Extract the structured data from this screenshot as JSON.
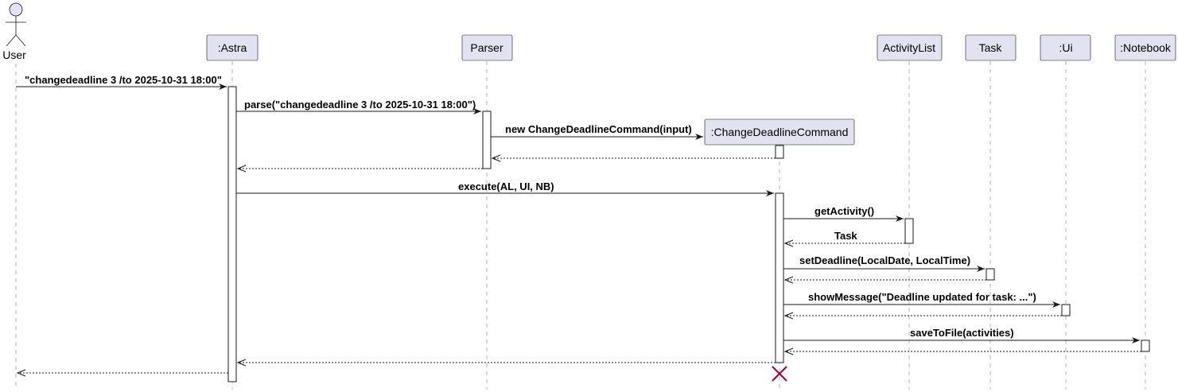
{
  "participants": [
    {
      "id": "user",
      "label": "User",
      "kind": "actor"
    },
    {
      "id": "astra",
      "label": ":Astra",
      "kind": "participant"
    },
    {
      "id": "parser",
      "label": "Parser",
      "kind": "participant"
    },
    {
      "id": "cdc",
      "label": ":ChangeDeadlineCommand",
      "kind": "participant"
    },
    {
      "id": "activitylist",
      "label": "ActivityList",
      "kind": "participant"
    },
    {
      "id": "task",
      "label": "Task",
      "kind": "participant"
    },
    {
      "id": "ui",
      "label": ":Ui",
      "kind": "participant"
    },
    {
      "id": "notebook",
      "label": ":Notebook",
      "kind": "participant"
    }
  ],
  "messages": [
    {
      "from": "user",
      "to": "astra",
      "label": "\"changedeadline 3 /to 2025-10-31 18:00\"",
      "type": "call"
    },
    {
      "from": "astra",
      "to": "parser",
      "label": "parse(\"changedeadline 3 /to 2025-10-31 18:00\")",
      "type": "call"
    },
    {
      "from": "parser",
      "to": "cdc",
      "label": "new ChangeDeadlineCommand(input)",
      "type": "create"
    },
    {
      "from": "cdc",
      "to": "parser",
      "label": "",
      "type": "return"
    },
    {
      "from": "parser",
      "to": "astra",
      "label": "",
      "type": "return"
    },
    {
      "from": "astra",
      "to": "cdc",
      "label": "execute(AL, UI, NB)",
      "type": "call"
    },
    {
      "from": "cdc",
      "to": "activitylist",
      "label": "getActivity()",
      "type": "call"
    },
    {
      "from": "activitylist",
      "to": "cdc",
      "label": "Task",
      "type": "return"
    },
    {
      "from": "cdc",
      "to": "task",
      "label": "setDeadline(LocalDate, LocalTime)",
      "type": "call"
    },
    {
      "from": "task",
      "to": "cdc",
      "label": "",
      "type": "return"
    },
    {
      "from": "cdc",
      "to": "ui",
      "label": "showMessage(\"Deadline updated for task: ...\")",
      "type": "call"
    },
    {
      "from": "ui",
      "to": "cdc",
      "label": "",
      "type": "return"
    },
    {
      "from": "cdc",
      "to": "notebook",
      "label": "saveToFile(activities)",
      "type": "call"
    },
    {
      "from": "notebook",
      "to": "cdc",
      "label": "",
      "type": "return"
    },
    {
      "from": "cdc",
      "to": "astra",
      "label": "",
      "type": "return"
    },
    {
      "from": "astra",
      "to": "user",
      "label": "",
      "type": "return"
    }
  ],
  "destroyed": [
    "cdc"
  ],
  "colors": {
    "participant_fill": "#e2e2f0",
    "border": "#181818",
    "destroy": "#A80036",
    "lifeline": "#b3b3b3"
  }
}
